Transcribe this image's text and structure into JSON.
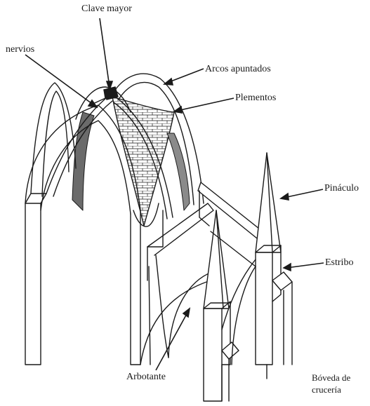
{
  "labels": {
    "clave_mayor": "Clave mayor",
    "nervios": "nervios",
    "arcos_apuntados": "Arcos apuntados",
    "plementos": "Plementos",
    "pinaculo": "Pináculo",
    "estribo": "Estribo",
    "arbotante": "Arbotante"
  },
  "caption": {
    "line1": "Bóveda de",
    "line2": "crucería"
  },
  "colors": {
    "ink": "#1a1a1a",
    "paper": "#ffffff",
    "shade": "#555555"
  }
}
